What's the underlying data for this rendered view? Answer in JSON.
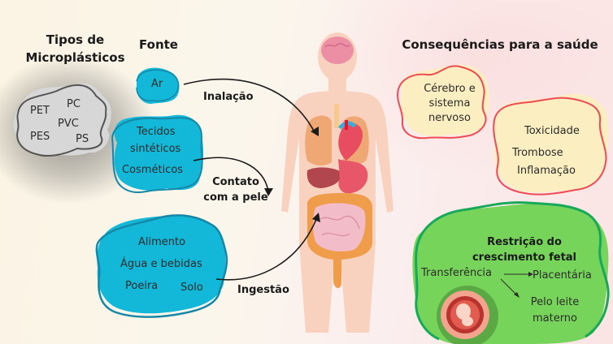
{
  "headings": {
    "types": "Tipos de\nMicroplásticos",
    "types_line1": "Tipos de",
    "types_line2": "Microplásticos",
    "source": "Fonte",
    "consequences": "Consequências para a saúde"
  },
  "microplastic_types": [
    "PET",
    "PC",
    "PVC",
    "PES",
    "PS"
  ],
  "sources": {
    "air": "Ar",
    "skin_group": [
      "Tecidos",
      "sintéticos",
      "Cosméticos"
    ],
    "ingestion_group": [
      "Alimento",
      "Água e bebidas",
      "Poeira",
      "Solo"
    ]
  },
  "routes": {
    "inhalation": "Inalação",
    "skin_contact_line1": "Contato",
    "skin_contact_line2": "com a pele",
    "ingestion": "Ingestão"
  },
  "consequences": {
    "brain": [
      "Cérebro e",
      "sistema",
      "nervoso"
    ],
    "systemic": [
      "Toxicidade",
      "Trombose",
      "Inflamação"
    ],
    "fetal": {
      "title_line1": "Restrição do",
      "title_line2": "crescimento fetal",
      "transfer": "Transferência",
      "placental": "Placentária",
      "milk_line1": "Pelo leite",
      "milk_line2": "materno"
    }
  },
  "colors": {
    "source_blob": "#13b8d8",
    "source_outline": "#1687a7",
    "types_blob": "#d6d6d6",
    "types_outline": "#555555",
    "consequence_blob": "#fbeec0",
    "consequence_outline": "#ee4b55",
    "fetal_blob": "#77d45a",
    "fetal_outline": "#17a85a",
    "body": "#f8d2bf"
  }
}
